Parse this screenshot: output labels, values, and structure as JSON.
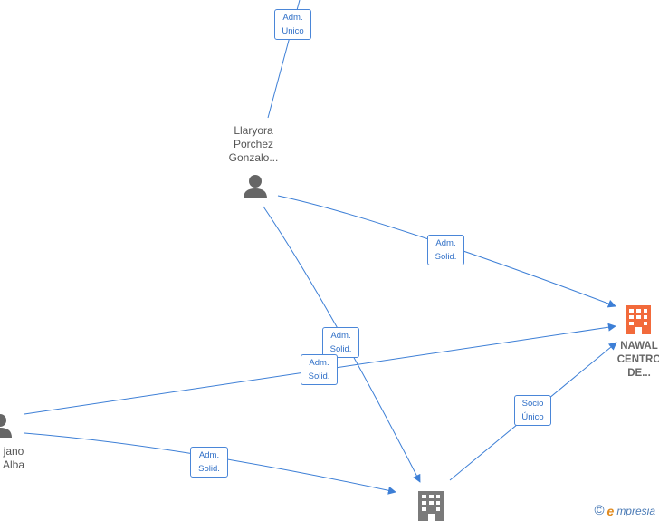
{
  "nodes": {
    "person_top": {
      "label_lines": [
        "Llaryora",
        "Porchez",
        "Gonzalo..."
      ]
    },
    "person_left": {
      "label_lines": [
        "jano",
        "Alba"
      ]
    },
    "company_main": {
      "label_lines": [
        "NAWAL",
        "CENTRO",
        "DE..."
      ],
      "color": "#f26a3b"
    },
    "company_bottom": {
      "color": "#7a7a7a"
    }
  },
  "edges": {
    "e1": {
      "lines": [
        "Adm.",
        "Unico"
      ]
    },
    "e2": {
      "lines": [
        "Adm.",
        "Solid."
      ]
    },
    "e3": {
      "lines": [
        "Adm.",
        "Solid."
      ]
    },
    "e4": {
      "lines": [
        "Adm.",
        "Solid."
      ]
    },
    "e5": {
      "lines": [
        "Adm.",
        "Solid."
      ]
    },
    "e6": {
      "lines": [
        "Socio",
        "Único"
      ]
    }
  },
  "colors": {
    "edge": "#3d7fd6",
    "person_icon": "#666666"
  },
  "watermark": {
    "symbol": "©",
    "brand_initial": "e",
    "brand_rest": "mpresia"
  }
}
